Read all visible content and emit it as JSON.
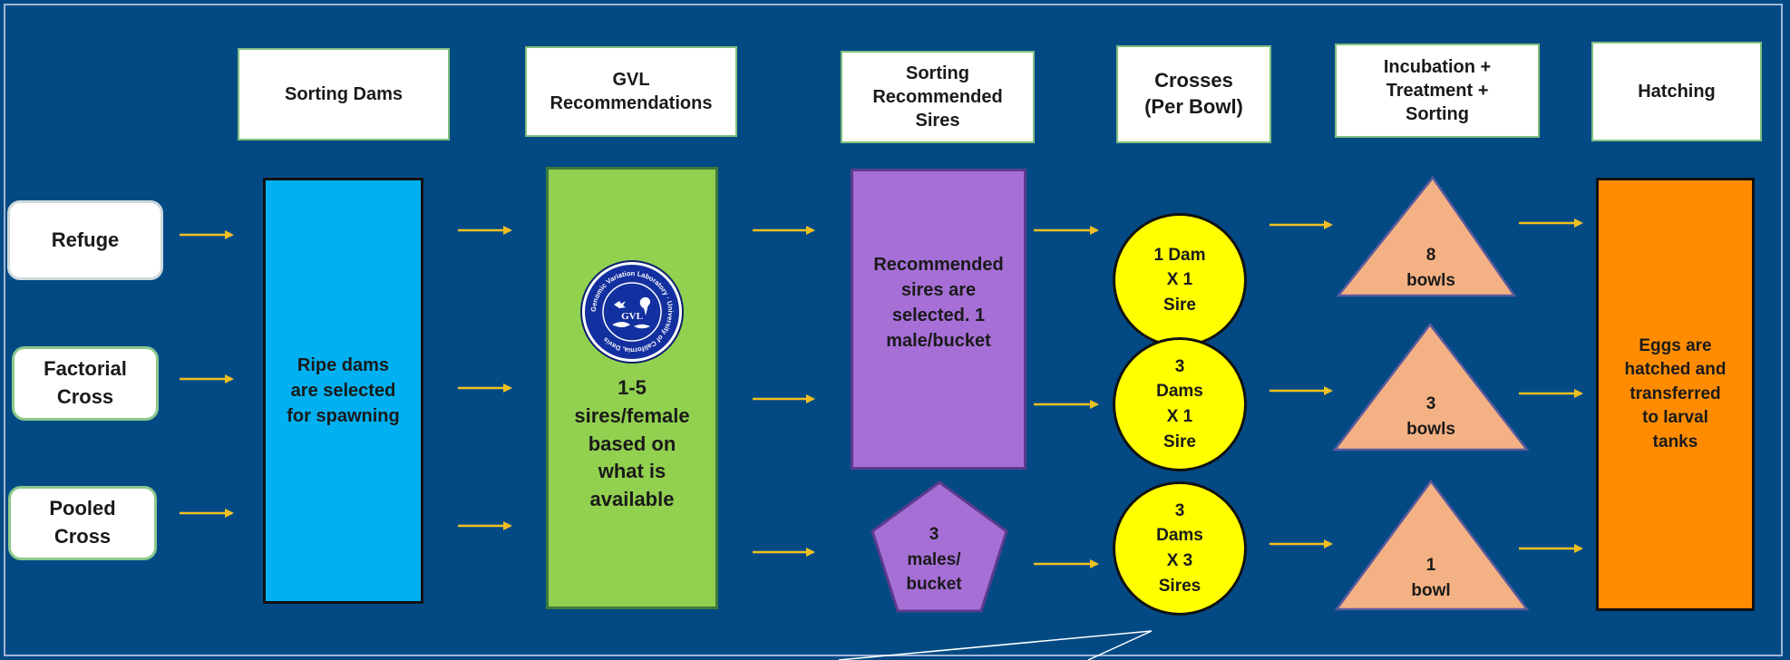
{
  "headers": {
    "sorting_dams": "Sorting Dams",
    "gvl": "GVL\nRecommendations",
    "sorting_sires": "Sorting\nRecommended\nSires",
    "crosses": "Crosses\n(Per Bowl)",
    "incubation": "Incubation +\nTreatment +\nSorting",
    "hatching": "Hatching"
  },
  "sources": {
    "refuge": "Refuge",
    "factorial": "Factorial\nCross",
    "pooled": "Pooled\nCross"
  },
  "boxes": {
    "dams": "Ripe dams\nare selected\nfor spawning",
    "gvl": "1-5\nsires/female\nbased on\nwhat is\navailable",
    "sires": "Recommended\nsires are\nselected. 1\nmale/bucket",
    "pentagon": "3\nmales/\nbucket",
    "hatch": "Eggs are\nhatched and\ntransferred\nto larval\ntanks"
  },
  "crosses": {
    "c1": "1 Dam\nX 1\nSire",
    "c2": "3\nDams\nX 1\nSire",
    "c3": "3\nDams\nX 3\nSires"
  },
  "bowls": {
    "b1": "8\nbowls",
    "b2": "3\nbowls",
    "b3": "1\nbowl"
  },
  "logo": {
    "text": "GVL",
    "ring_text": "Genomic Variation Laboratory · University of California, Davis"
  },
  "colors": {
    "background": "#034a85",
    "arrow": "#f0c020",
    "dams": "#00b0f0",
    "gvl": "#92d050",
    "sires": "#a66fd6",
    "crosses": "#ffff00",
    "bowls": "#f4b183",
    "hatching": "#ff8c00"
  }
}
